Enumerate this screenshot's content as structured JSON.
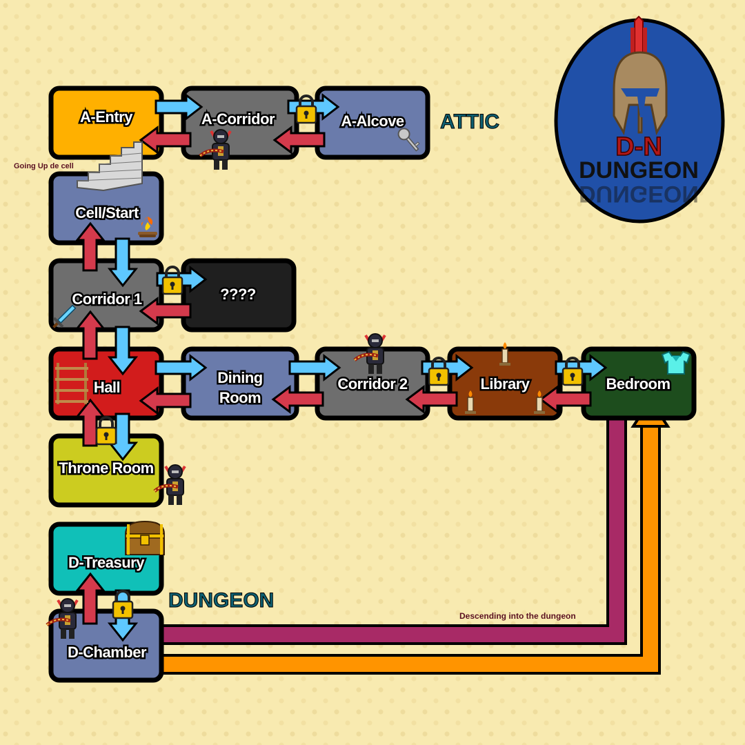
{
  "rooms": {
    "a_entry": "A-Entry",
    "a_corridor": "A-Corridor",
    "a_alcove": "A-Alcove",
    "cell_start": "Cell/Start",
    "corridor1": "Corridor 1",
    "unknown": "????",
    "hall": "Hall",
    "dining_line1": "Dining",
    "dining_line2": "Room",
    "corridor2": "Corridor 2",
    "library": "Library",
    "bedroom": "Bedroom",
    "throne_room": "Throne Room",
    "d_treasury": "D-Treasury",
    "d_chamber": "D-Chamber"
  },
  "sections": {
    "attic": "ATTIC",
    "dungeon": "DUNGEON"
  },
  "notes": {
    "going_up": "Going Up de cell",
    "descending": "Descending into the dungeon"
  },
  "logo": {
    "initials": "D-N",
    "word": "DUNGEON"
  },
  "colors": {
    "a_entry": "#ffb000",
    "a_corridor": "#6e6e6e",
    "a_alcove": "#6a7bab",
    "cell_start": "#6a7bab",
    "corridor1": "#6e6e6e",
    "unknown": "#1f1f1f",
    "hall": "#d21c1c",
    "dining": "#6a7bab",
    "corridor2": "#6e6e6e",
    "library": "#8a3a0a",
    "bedroom": "#1d4d1d",
    "throne_room": "#cccc20",
    "d_treasury": "#10c0b8",
    "d_chamber": "#6a7bab",
    "arrow_forward": "#5ec8ff",
    "arrow_back": "#d53a4c",
    "path_descend": "#a82a66",
    "path_ascend": "#ff9400",
    "lock": "#f2c100",
    "logo_bg": "#2050a8"
  },
  "icons": [
    "lock-icon",
    "key-icon",
    "stairs-icon",
    "campfire-icon",
    "sword-icon",
    "knight-icon",
    "ladder-icon",
    "candle-icon",
    "diamond-armor-icon",
    "treasure-chest-icon",
    "spartan-helmet-icon"
  ]
}
